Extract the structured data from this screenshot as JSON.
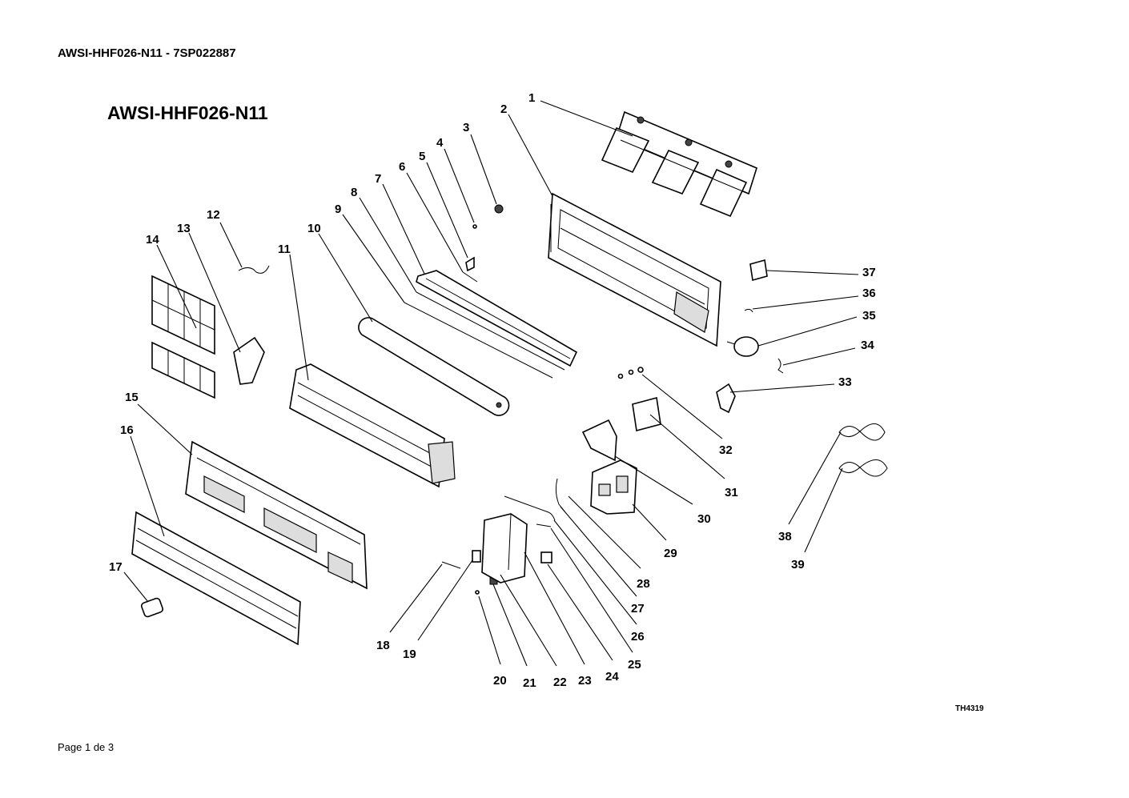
{
  "header": {
    "doc_title": "AWSI-HHF026-N11 - 7SP022887"
  },
  "diagram": {
    "title": "AWSI-HHF026-N11",
    "drawing_code": "TH4319",
    "labels": [
      "1",
      "2",
      "3",
      "4",
      "5",
      "6",
      "7",
      "8",
      "9",
      "10",
      "11",
      "12",
      "13",
      "14",
      "15",
      "16",
      "17",
      "18",
      "19",
      "20",
      "21",
      "22",
      "23",
      "24",
      "25",
      "26",
      "27",
      "28",
      "29",
      "30",
      "31",
      "32",
      "33",
      "34",
      "35",
      "36",
      "37",
      "38",
      "39"
    ]
  },
  "footer": {
    "page": "Page 1 de 3"
  }
}
